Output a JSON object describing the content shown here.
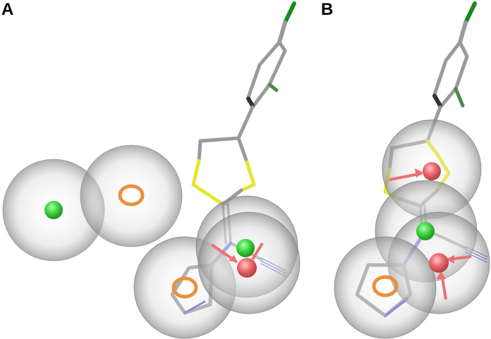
{
  "figure": {
    "panels": [
      {
        "label": "A"
      },
      {
        "label": "B"
      }
    ],
    "colors": {
      "background": "#ffffff",
      "carbon": "#9a9a9a",
      "sulfur": "#e6e633",
      "nitrogen": "#5a5ae0",
      "chlorine": "#1a8a1a",
      "hydrophobic_sphere": "#44dd44",
      "acceptor_sphere": "#ee6f73",
      "aromatic_ring": "#e8913f",
      "exclusion_volume": "#b0b0b0"
    },
    "legend_semantics": {
      "green_sphere": "hydrophobic feature",
      "red_sphere_with_arrow": "hydrogen-bond acceptor feature",
      "orange_ring": "aromatic ring feature",
      "grey_sphere": "tolerance volume"
    }
  }
}
